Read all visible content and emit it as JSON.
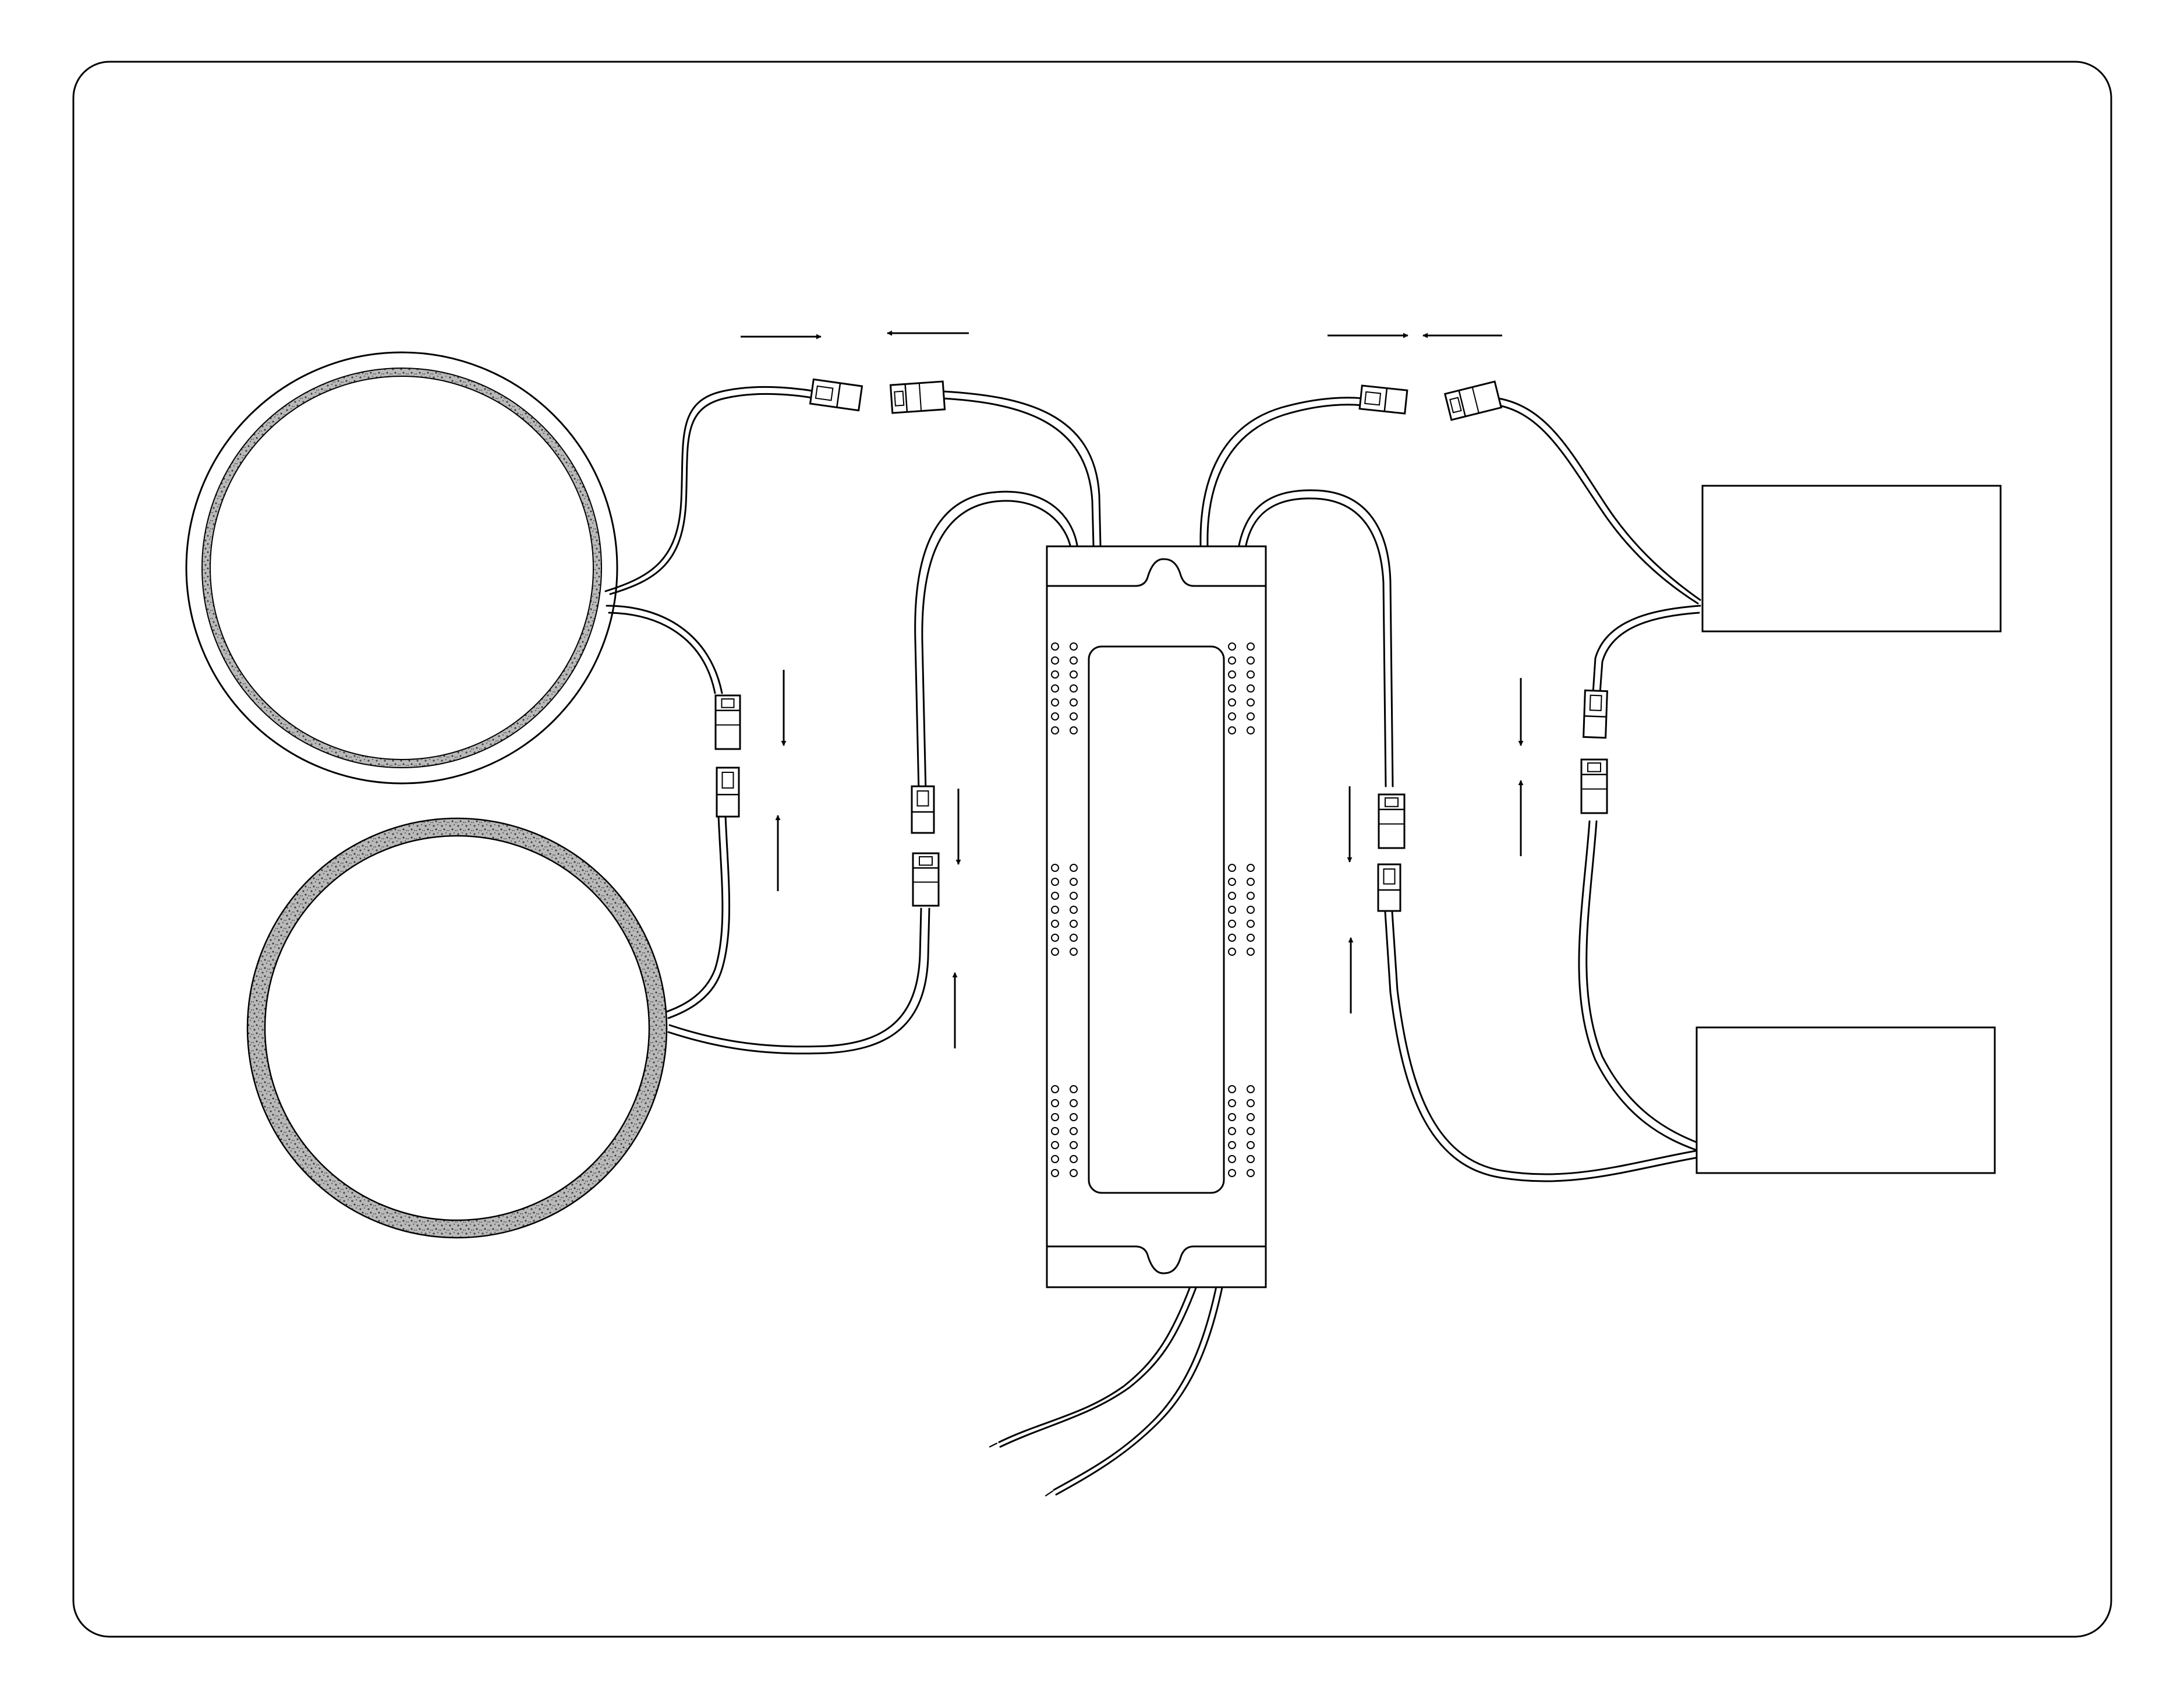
{
  "diagram": {
    "colors": {
      "line": "#000000",
      "background": "#ffffff",
      "ring_fill": "#9a9a9a"
    },
    "components": [
      {
        "id": "ring-light-top",
        "kind": "ring-light"
      },
      {
        "id": "ring-light-bottom",
        "kind": "ring-light"
      },
      {
        "id": "led-driver",
        "kind": "driver-box"
      },
      {
        "id": "module-top",
        "kind": "rectangle-module"
      },
      {
        "id": "module-bottom",
        "kind": "rectangle-module"
      }
    ],
    "connector_pairs": 6,
    "arrow_directions": [
      "right",
      "left",
      "right",
      "left",
      "down",
      "up",
      "down",
      "up",
      "down",
      "up",
      "down",
      "up"
    ]
  }
}
